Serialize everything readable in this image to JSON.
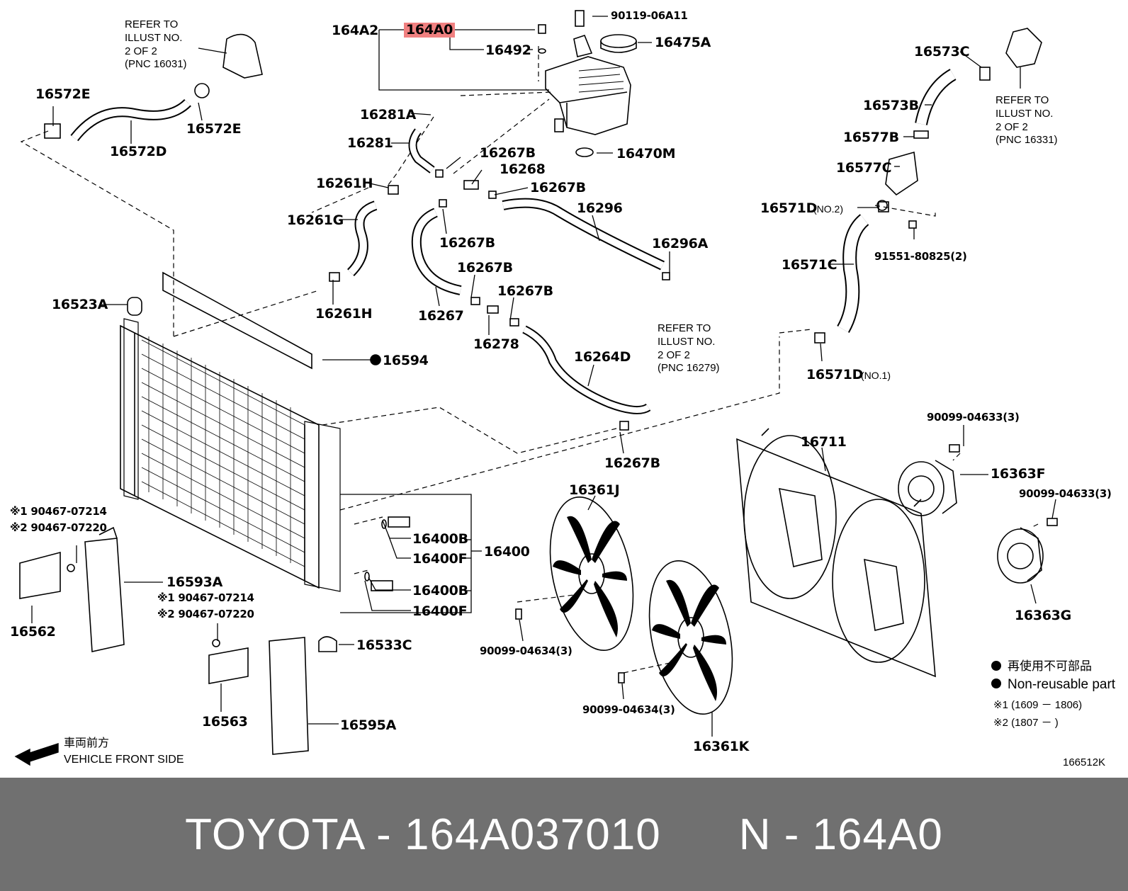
{
  "diagram": {
    "part_labels": {
      "p164A2": "164A2",
      "p164A0": "164A0",
      "p16492": "16492",
      "p90119": "90119-06A11",
      "p16475A": "16475A",
      "p16281A": "16281A",
      "p16281": "16281",
      "p16470M": "16470M",
      "p16267B_1": "16267B",
      "p16268": "16268",
      "p16267B_2": "16267B",
      "p16261H_1": "16261H",
      "p16261G": "16261G",
      "p16267B_3": "16267B",
      "p16296": "16296",
      "p16296A": "16296A",
      "p16267B_4": "16267B",
      "p16267B_5": "16267B",
      "p16267": "16267",
      "p16278": "16278",
      "p16261H_2": "16261H",
      "p16264D": "16264D",
      "p16267B_6": "16267B",
      "p16572E_1": "16572E",
      "p16572E_2": "16572E",
      "p16572D": "16572D",
      "p16523A": "16523A",
      "p16594": "16594",
      "p16573C": "16573C",
      "p16573B": "16573B",
      "p16577B": "16577B",
      "p16577C": "16577C",
      "p16571D_2": "16571D",
      "no2": "(NO.2)",
      "p91551": "91551-80825(2)",
      "p16571C": "16571C",
      "p16571D_1": "16571D",
      "no1": "(NO.1)",
      "p16711": "16711",
      "p90099_04633_1": "90099-04633(3)",
      "p16363F": "16363F",
      "p90099_04633_2": "90099-04633(3)",
      "p16363G": "16363G",
      "p16361J": "16361J",
      "p90099_04634_1": "90099-04634(3)",
      "p90099_04634_2": "90099-04634(3)",
      "p16361K": "16361K",
      "p16400B_1": "16400B",
      "p16400F_1": "16400F",
      "p16400B_2": "16400B",
      "p16400F_2": "16400F",
      "p16400": "16400",
      "s1_a": "※1 90467-07214",
      "s2_a": "※2 90467-07220",
      "p16593A": "16593A",
      "s1_b": "※1 90467-07214",
      "s2_b": "※2 90467-07220",
      "p16562": "16562",
      "p16563": "16563",
      "p16533C": "16533C",
      "p16595A": "16595A"
    },
    "refer_notes": {
      "top_left": [
        "REFER TO",
        "ILLUST NO.",
        "2 OF 2",
        "(PNC 16031)"
      ],
      "top_right": [
        "REFER TO",
        "ILLUST NO.",
        "2 OF 2",
        "(PNC 16331)"
      ],
      "middle": [
        "REFER TO",
        "ILLUST NO.",
        "2 OF 2",
        "(PNC 16279)"
      ]
    },
    "legend": {
      "nonreusable_jp": "再使用不可部品",
      "nonreusable_en": "Non-reusable part",
      "range1": "※1 (1609 － 1806)",
      "range2": "※2 (1807 －        )"
    },
    "front_jp": "車両前方",
    "front_en": "VEHICLE FRONT SIDE",
    "illustration_no": "166512K",
    "highlight_color": "#f08080"
  },
  "footer": {
    "brand_part": "TOYOTA - 164A037010",
    "ref": "N - 164A0",
    "background": "#707070"
  }
}
